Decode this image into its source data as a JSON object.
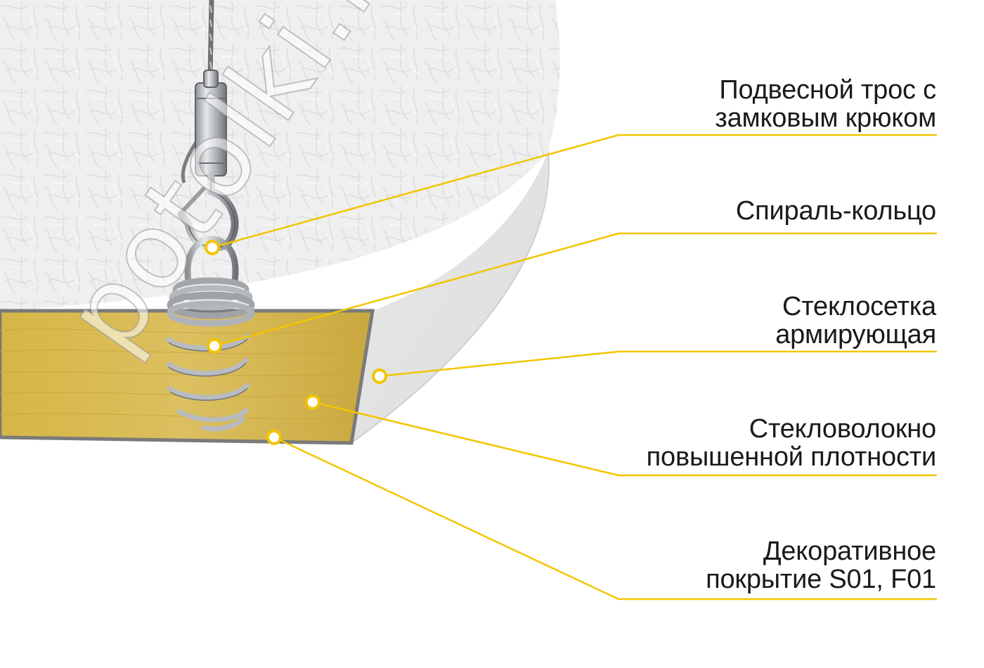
{
  "labels": [
    {
      "id": "cable",
      "lines": [
        "Подвесной трос с",
        "замковым крюком"
      ]
    },
    {
      "id": "spiral",
      "lines": [
        "Спираль-кольцо"
      ]
    },
    {
      "id": "mesh",
      "lines": [
        "Стеклосетка",
        "армирующая"
      ]
    },
    {
      "id": "fiber",
      "lines": [
        "Стекловолокно",
        "повышенной плотности"
      ]
    },
    {
      "id": "coating",
      "lines": [
        "Декоративное",
        "покрытие S01, F01"
      ]
    }
  ],
  "watermark": "potolki.ru",
  "colors": {
    "leader": "#f2c500",
    "panel_face": "#f0f0f0",
    "panel_side": "#e4e4e4",
    "core": "#d9b84c",
    "edge": "#7a7a7a",
    "metal": "#b9bcc0"
  }
}
